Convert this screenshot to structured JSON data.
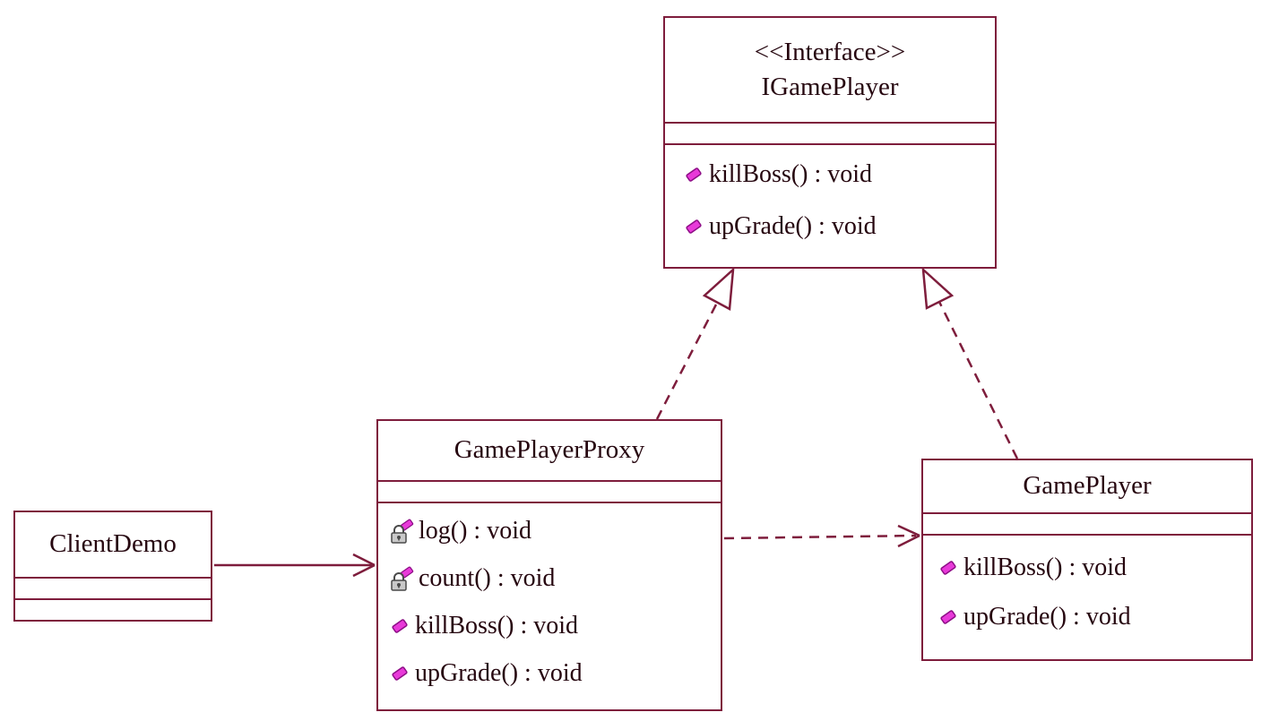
{
  "diagram": {
    "kind": "uml-class-diagram",
    "colors": {
      "line": "#7e1d3c",
      "text": "#26060f",
      "public_icon": "#e83ad9",
      "private_icon_gray": "#c9c9c9"
    },
    "icons": {
      "public": "public-method-icon",
      "private": "private-lock-icon"
    },
    "classes": {
      "igameplayer": {
        "stereotype": "<<Interface>>",
        "name": "IGamePlayer",
        "methods": [
          {
            "label": "killBoss() : void",
            "visibility": "public"
          },
          {
            "label": "upGrade() : void",
            "visibility": "public"
          }
        ]
      },
      "gameplayerproxy": {
        "name": "GamePlayerProxy",
        "methods": [
          {
            "label": "log() : void",
            "visibility": "private"
          },
          {
            "label": "count() : void",
            "visibility": "private"
          },
          {
            "label": "killBoss() : void",
            "visibility": "public"
          },
          {
            "label": "upGrade() : void",
            "visibility": "public"
          }
        ]
      },
      "gameplayer": {
        "name": "GamePlayer",
        "methods": [
          {
            "label": "killBoss() : void",
            "visibility": "public"
          },
          {
            "label": "upGrade() : void",
            "visibility": "public"
          }
        ]
      },
      "clientdemo": {
        "name": "ClientDemo",
        "methods": []
      }
    },
    "relations": [
      {
        "from": "ClientDemo",
        "to": "GamePlayerProxy",
        "type": "association"
      },
      {
        "from": "GamePlayerProxy",
        "to": "GamePlayer",
        "type": "dependency"
      },
      {
        "from": "GamePlayerProxy",
        "to": "IGamePlayer",
        "type": "realization"
      },
      {
        "from": "GamePlayer",
        "to": "IGamePlayer",
        "type": "realization"
      }
    ]
  }
}
